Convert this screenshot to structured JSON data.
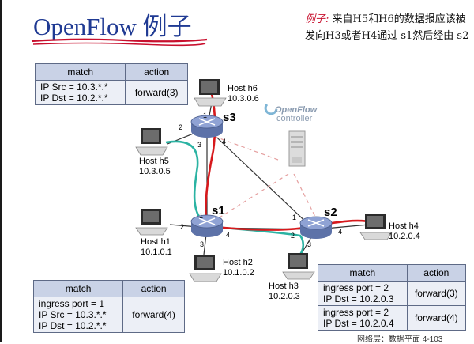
{
  "slide": {
    "title": "OpenFlow 例子",
    "example_label": "例子:",
    "example_text": "来自H5和H6的数据报应该被发向H3或者H4通过 s1然后经由 s2",
    "footer": "网络层：数据平面 4-103"
  },
  "controller": {
    "line1": "OpenFlow",
    "line2": "controller"
  },
  "switches": {
    "s1": "s1",
    "s2": "s2",
    "s3": "s3"
  },
  "hosts": {
    "h6": {
      "name": "Host h6",
      "ip": "10.3.0.6"
    },
    "h5": {
      "name": "Host h5",
      "ip": "10.3.0.5"
    },
    "h1": {
      "name": "Host h1",
      "ip": "10.1.0.1"
    },
    "h2": {
      "name": "Host h2",
      "ip": "10.1.0.2"
    },
    "h3": {
      "name": "Host h3",
      "ip": "10.2.0.3"
    },
    "h4": {
      "name": "Host h4",
      "ip": "10.2.0.4"
    }
  },
  "ports": {
    "s3_1": "1",
    "s3_2": "2",
    "s3_3": "3",
    "s3_4": "4",
    "s1_1": "1",
    "s1_2": "2",
    "s1_3": "3",
    "s1_4": "4",
    "s2_1": "1",
    "s2_2": "2",
    "s2_3": "3",
    "s2_4": "4"
  },
  "tables": {
    "s3": {
      "header_match": "match",
      "header_action": "action",
      "rows": [
        {
          "match": [
            "IP Src = 10.3.*.*",
            "IP Dst = 10.2.*.*"
          ],
          "action": "forward(3)"
        }
      ]
    },
    "s1": {
      "header_match": "match",
      "header_action": "action",
      "rows": [
        {
          "match": [
            "ingress port = 1",
            "IP Src = 10.3.*.*",
            "IP Dst = 10.2.*.*"
          ],
          "action": "forward(4)"
        }
      ]
    },
    "s2": {
      "header_match": "match",
      "header_action": "action",
      "rows": [
        {
          "match": [
            "ingress port = 2",
            "IP Dst = 10.2.0.3"
          ],
          "action": "forward(3)"
        },
        {
          "match": [
            "ingress port = 2",
            "IP Dst = 10.2.0.4"
          ],
          "action": "forward(4)"
        }
      ]
    }
  },
  "colors": {
    "title": "#1f3a93",
    "underline": "#c8102e",
    "route_red": "#d7191c",
    "route_teal": "#2bb3a3",
    "link": "#333333",
    "control_link": "#e5a0a0",
    "switch": "#7f93c8",
    "table_header": "#c9d2e6",
    "table_body": "#eceff6"
  }
}
